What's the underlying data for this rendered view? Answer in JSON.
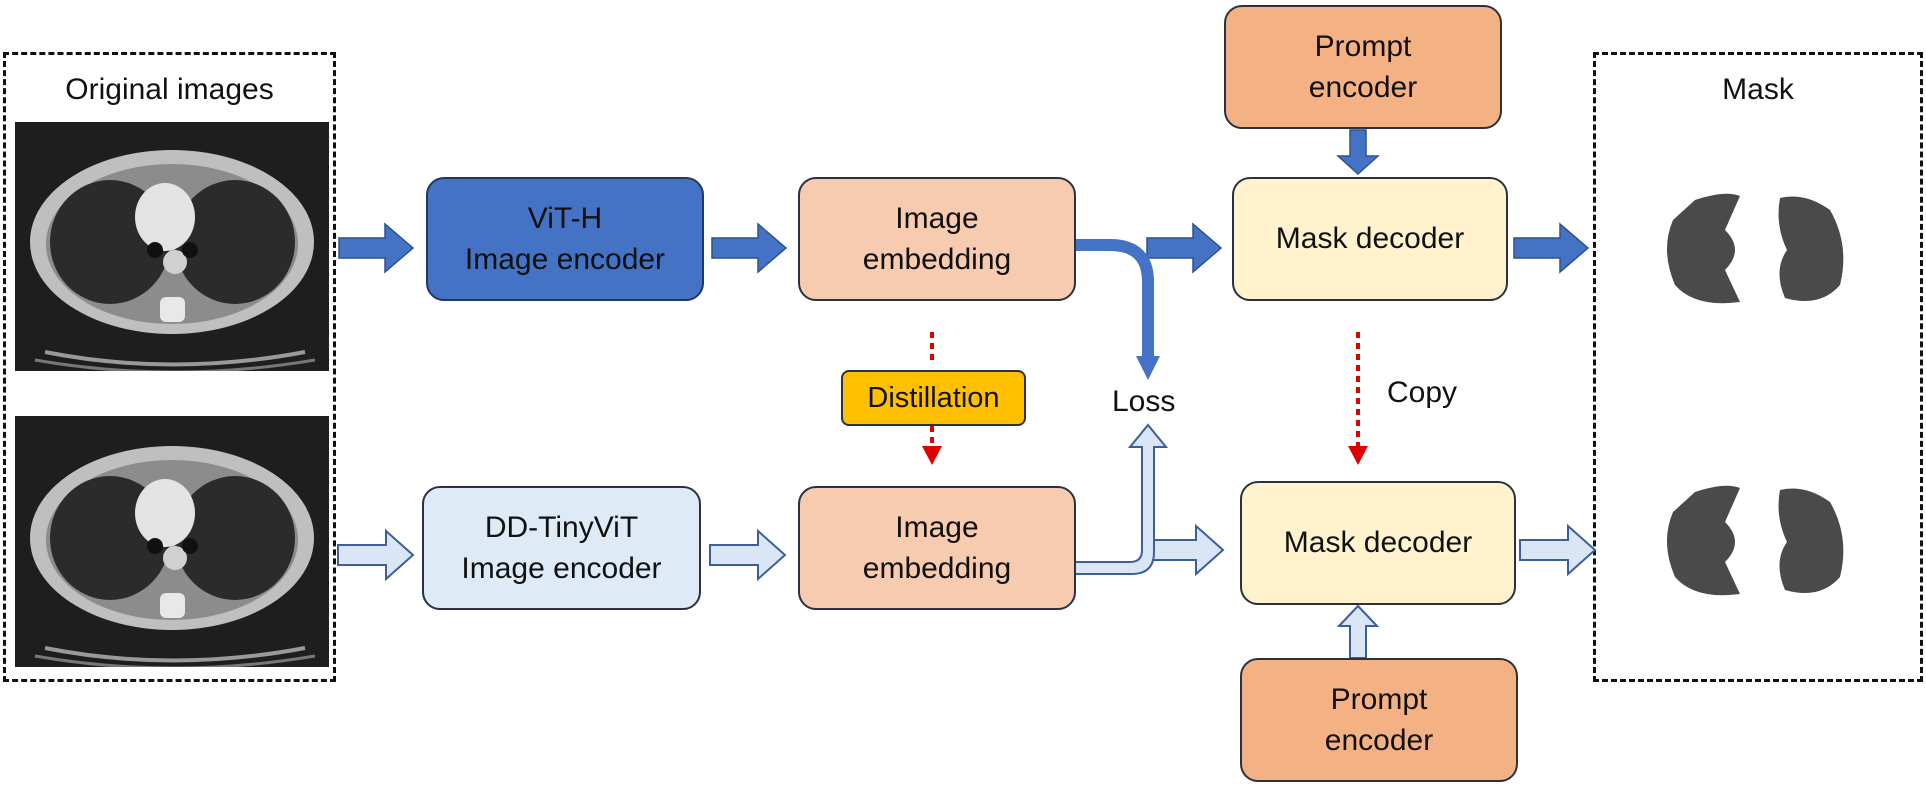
{
  "original_panel": {
    "title": "Original images"
  },
  "mask_panel": {
    "title": "Mask"
  },
  "teacher": {
    "encoder": {
      "line1": "ViT-H",
      "line2": "Image encoder",
      "color": "#4472C4"
    },
    "embedding": {
      "line1": "Image",
      "line2": "embedding"
    },
    "prompt": {
      "line1": "Prompt",
      "line2": "encoder"
    },
    "decoder": {
      "label": "Mask decoder"
    }
  },
  "student": {
    "encoder": {
      "line1": "DD-TinyViT",
      "line2": "Image encoder"
    },
    "embedding": {
      "line1": "Image",
      "line2": "embedding"
    },
    "prompt": {
      "line1": "Prompt",
      "line2": "encoder"
    },
    "decoder": {
      "label": "Mask decoder"
    }
  },
  "annotations": {
    "distillation": "Distillation",
    "loss": "Loss",
    "copy": "Copy"
  },
  "colors": {
    "solid_arrow": "#4472C4",
    "hollow_arrow_fill": "#DAE6F5",
    "embedding_fill": "#F7CBAF",
    "prompt_fill": "#F4B183",
    "decoder_fill": "#FFF2CC",
    "student_encoder_fill": "#DEEBF7",
    "distillation_fill": "#FFC000",
    "dashed_red": "#E00000"
  }
}
